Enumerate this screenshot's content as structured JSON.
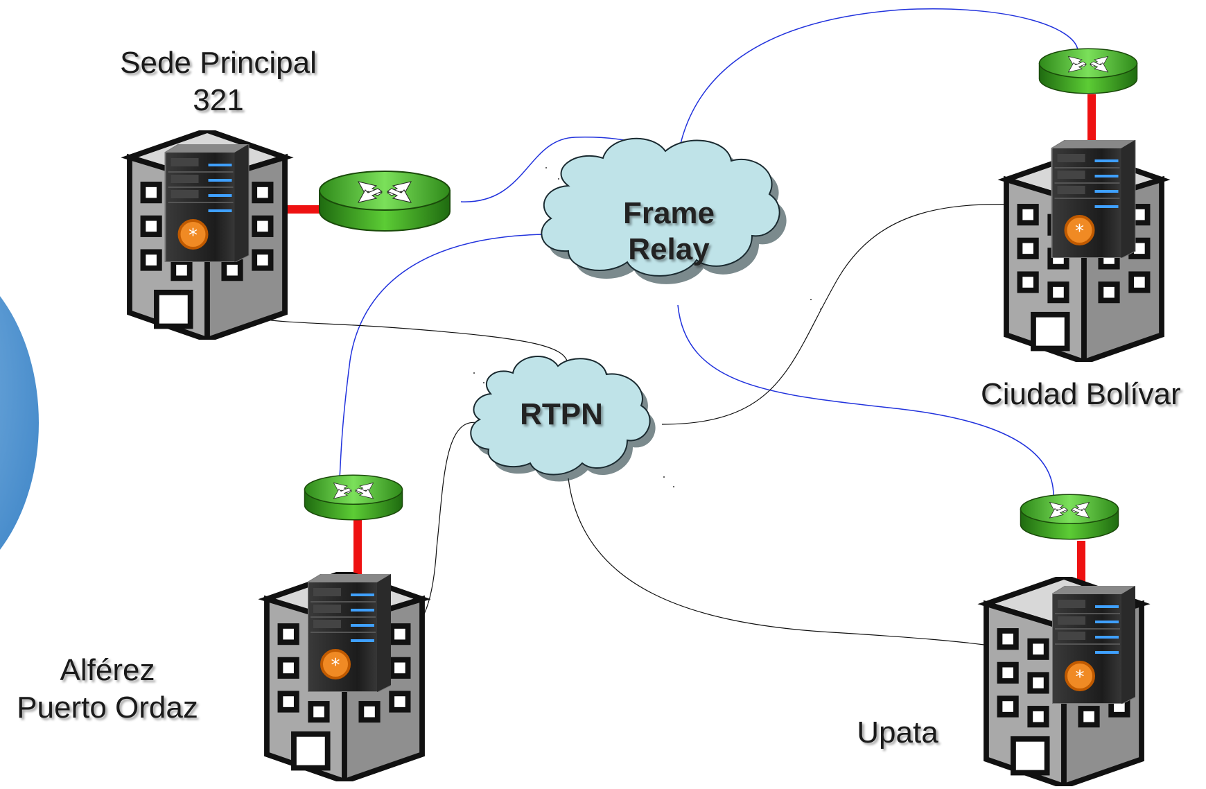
{
  "sites": {
    "sede": {
      "name": "Sede Principal",
      "code": "321"
    },
    "ciudad_bolivar": {
      "name": "Ciudad Bolívar"
    },
    "alferez": {
      "line1": "Alférez",
      "line2": "Puerto Ordaz"
    },
    "upata": {
      "name": "Upata"
    }
  },
  "clouds": {
    "frame_relay": {
      "line1": "Frame",
      "line2": "Relay"
    },
    "rtpn": {
      "label": "RTPN"
    }
  },
  "colors": {
    "wan_link": "#2233dd",
    "pstn_link": "#111111",
    "router_link": "#ee1111",
    "router_green": "#55cc33",
    "cloud_fill": "#bfe3e8",
    "building_gray": "#a9a9a9",
    "server_accent": "#f08a24",
    "decor_circle": "#4a90cf"
  },
  "icons": {
    "building": "office-building-icon",
    "server": "server-rack-icon",
    "router": "router-icon",
    "cloud": "network-cloud-icon"
  }
}
